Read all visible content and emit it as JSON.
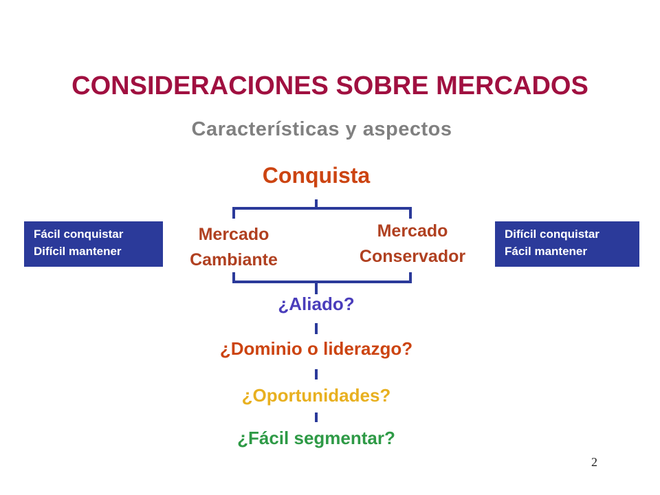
{
  "title": "CONSIDERACIONES SOBRE MERCADOS",
  "subtitle": "Características y aspectos",
  "diagram": {
    "root": "Conquista",
    "left_market": {
      "line1": "Mercado",
      "line2": "Cambiante"
    },
    "right_market": {
      "line1": "Mercado",
      "line2": "Conservador"
    },
    "left_box": {
      "line1": "Fácil conquistar",
      "line2": "Difícil mantener"
    },
    "right_box": {
      "line1": "Difícil conquistar",
      "line2": "Fácil mantener"
    },
    "questions": [
      "¿Aliado?",
      "¿Dominio o liderazgo?",
      "¿Oportunidades?",
      "¿Fácil segmentar?"
    ],
    "colors": {
      "title": "#a01040",
      "subtitle": "#808080",
      "connector": "#2b3a9a",
      "box": "#2b3a9a"
    }
  },
  "page_number": "2"
}
